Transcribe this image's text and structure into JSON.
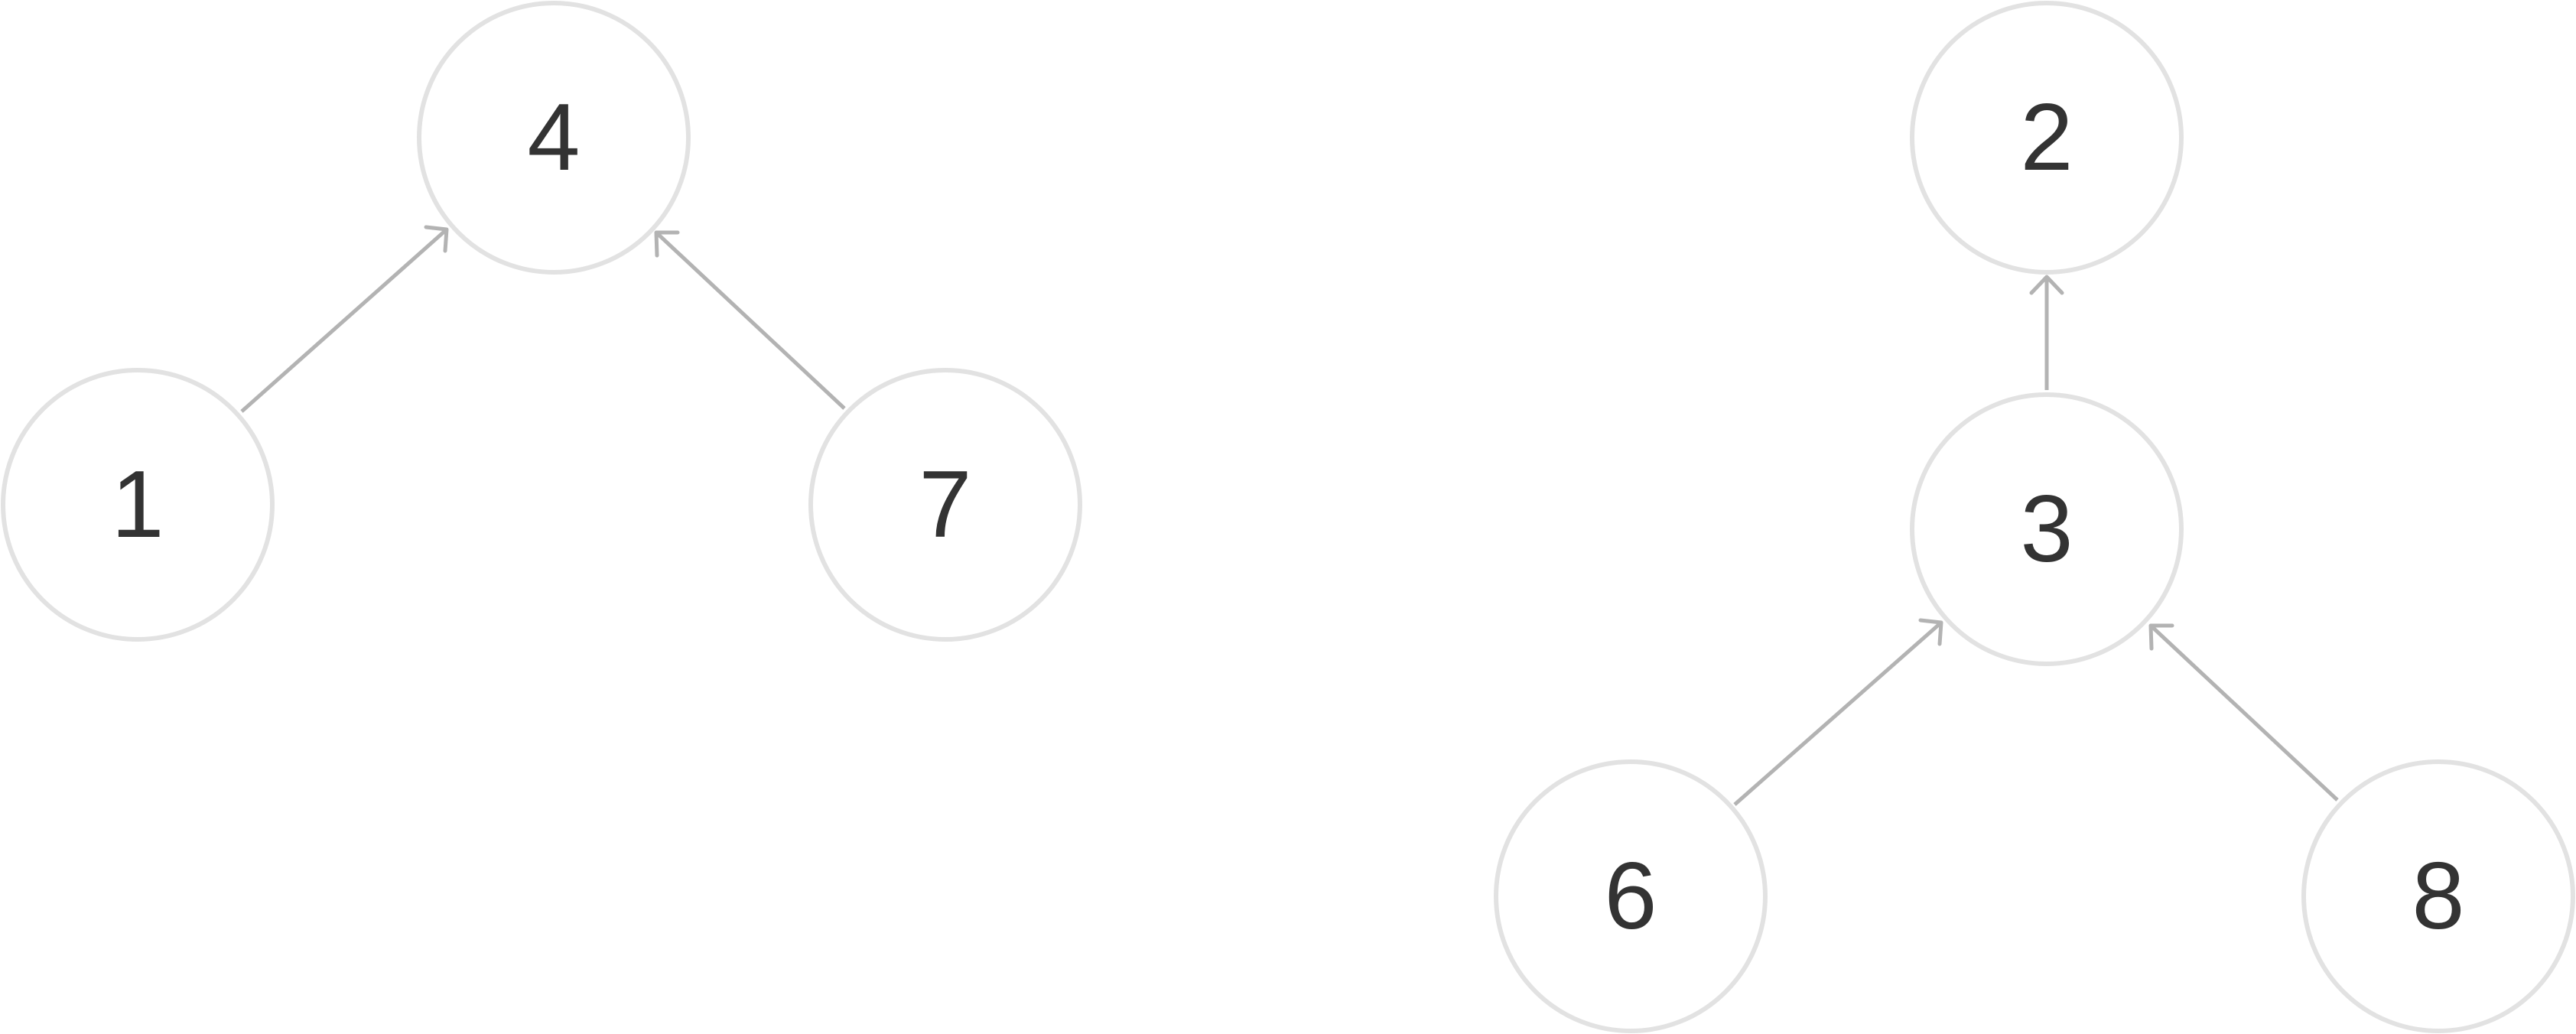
{
  "nodes": [
    {
      "id": "n4",
      "label": "4"
    },
    {
      "id": "n1",
      "label": "1"
    },
    {
      "id": "n7",
      "label": "7"
    },
    {
      "id": "n2",
      "label": "2"
    },
    {
      "id": "n3",
      "label": "3"
    },
    {
      "id": "n6",
      "label": "6"
    },
    {
      "id": "n8",
      "label": "8"
    }
  ],
  "edges": [
    {
      "from": "n1",
      "to": "n4"
    },
    {
      "from": "n7",
      "to": "n4"
    },
    {
      "from": "n3",
      "to": "n2"
    },
    {
      "from": "n6",
      "to": "n3"
    },
    {
      "from": "n8",
      "to": "n3"
    }
  ],
  "colors": {
    "node_stroke": "#e2e2e2",
    "node_fill": "#ffffff",
    "label": "#333333",
    "edge": "#b3b3b3"
  }
}
